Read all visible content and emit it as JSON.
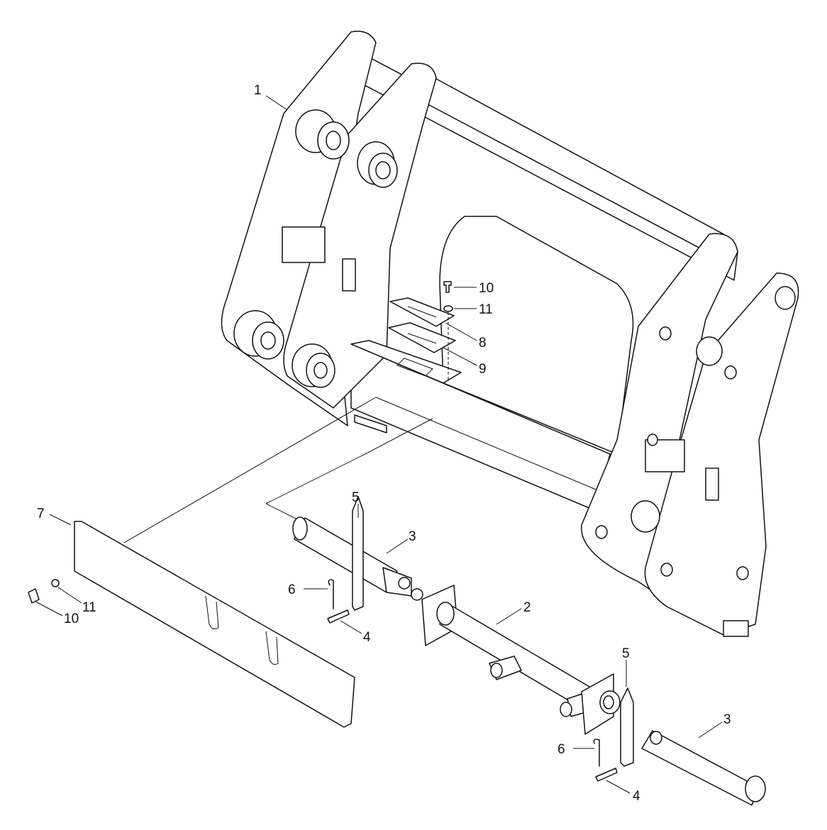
{
  "callouts": {
    "c1": "1",
    "c2": "2",
    "c3a": "3",
    "c3b": "3",
    "c4a": "4",
    "c4b": "4",
    "c5a": "5",
    "c5b": "5",
    "c6a": "6",
    "c6b": "6",
    "c7": "7",
    "c8": "8",
    "c9": "9",
    "c10a": "10",
    "c10b": "10",
    "c11a": "11",
    "c11b": "11"
  }
}
